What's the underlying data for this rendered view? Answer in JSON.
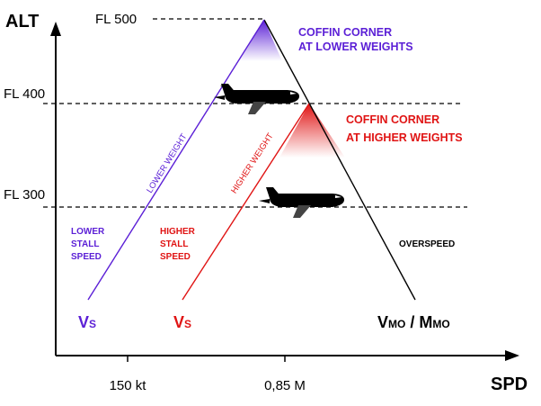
{
  "axes": {
    "y_label": "ALT",
    "x_label": "SPD",
    "x_ticks": [
      "150 kt",
      "0,85 M"
    ]
  },
  "altitudes": {
    "fl500": "FL 500",
    "fl400": "FL 400",
    "fl300": "FL 300"
  },
  "annotations": {
    "coffin_lower": [
      "COFFIN CORNER",
      "AT LOWER WEIGHTS"
    ],
    "coffin_higher": [
      "COFFIN CORNER",
      "AT HIGHER WEIGHTS"
    ],
    "lower_stall": [
      "LOWER",
      "STALL",
      "SPEED"
    ],
    "higher_stall": [
      "HIGHER",
      "STALL",
      "SPEED"
    ],
    "overspeed": "OVERSPEED",
    "lower_weight": "LOWER WEIGHT",
    "higher_weight": "HIGHER WEIGHT"
  },
  "speeds": {
    "vs_main": "V",
    "vs_sub": "S",
    "vmo_v": "V",
    "vmo_mo": "MO",
    "vmo_sep": " / ",
    "vmo_m": "M",
    "vmo_mmo": "MO"
  },
  "colors": {
    "lower_weight": "#5b1fd6",
    "higher_weight": "#e01414",
    "axis": "#000000"
  }
}
